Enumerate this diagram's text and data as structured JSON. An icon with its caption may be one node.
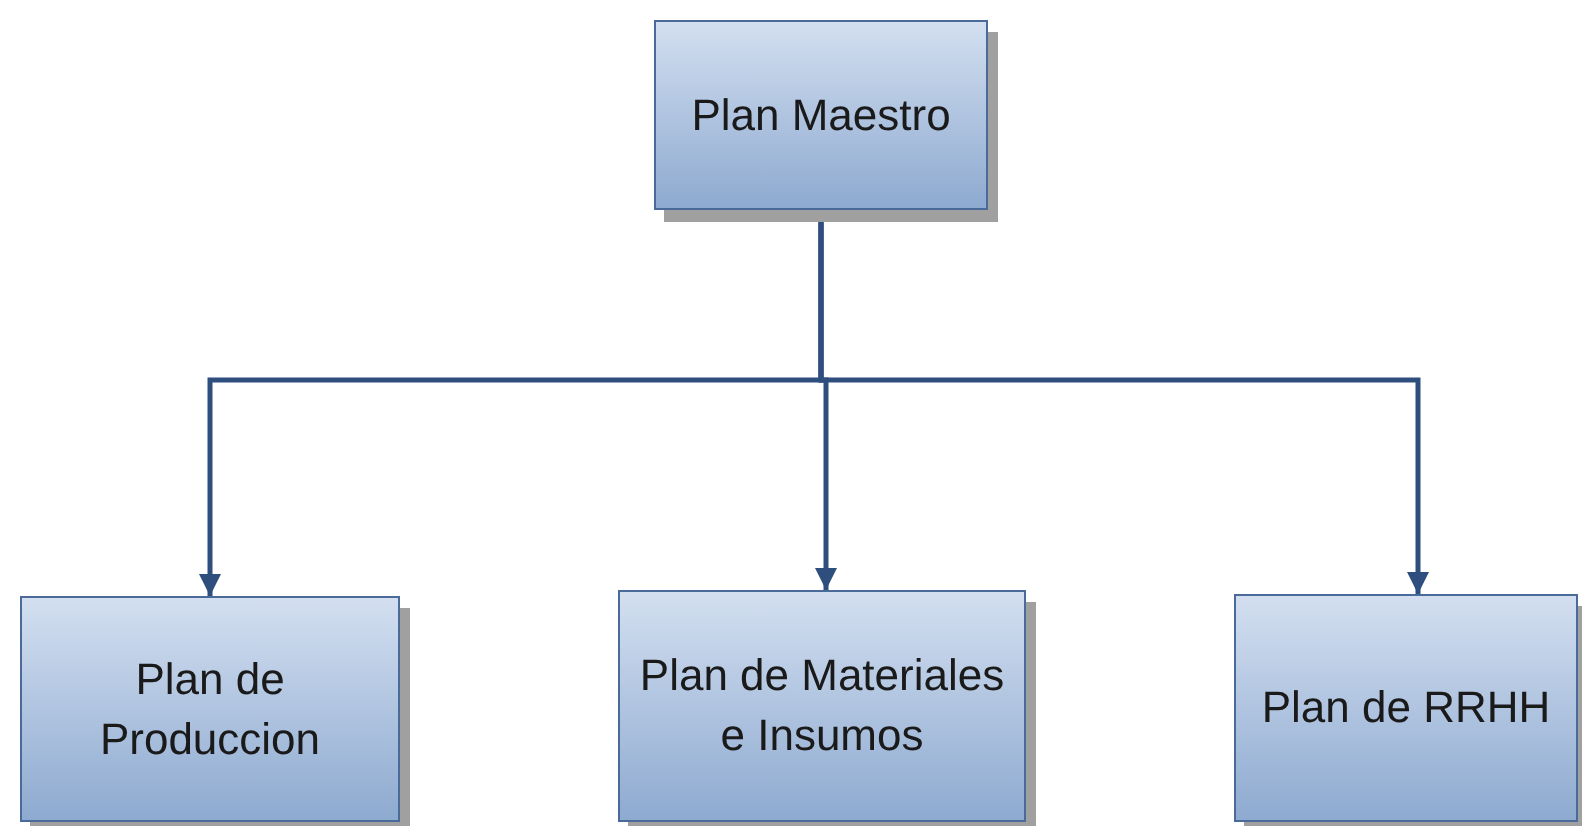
{
  "diagram": {
    "nodes": [
      {
        "text": [
          "Plan Maestro"
        ]
      },
      {
        "text": [
          "Plan de Produccion"
        ]
      },
      {
        "text": [
          "Plan de Materiales e Insumos"
        ]
      },
      {
        "text": [
          "Plan de RRHH"
        ]
      }
    ],
    "edges": [
      {
        "from": 0,
        "to": 1,
        "arrow": "to"
      },
      {
        "from": 0,
        "to": 2,
        "arrow": "to"
      },
      {
        "from": 0,
        "to": 3,
        "arrow": "to"
      }
    ]
  }
}
